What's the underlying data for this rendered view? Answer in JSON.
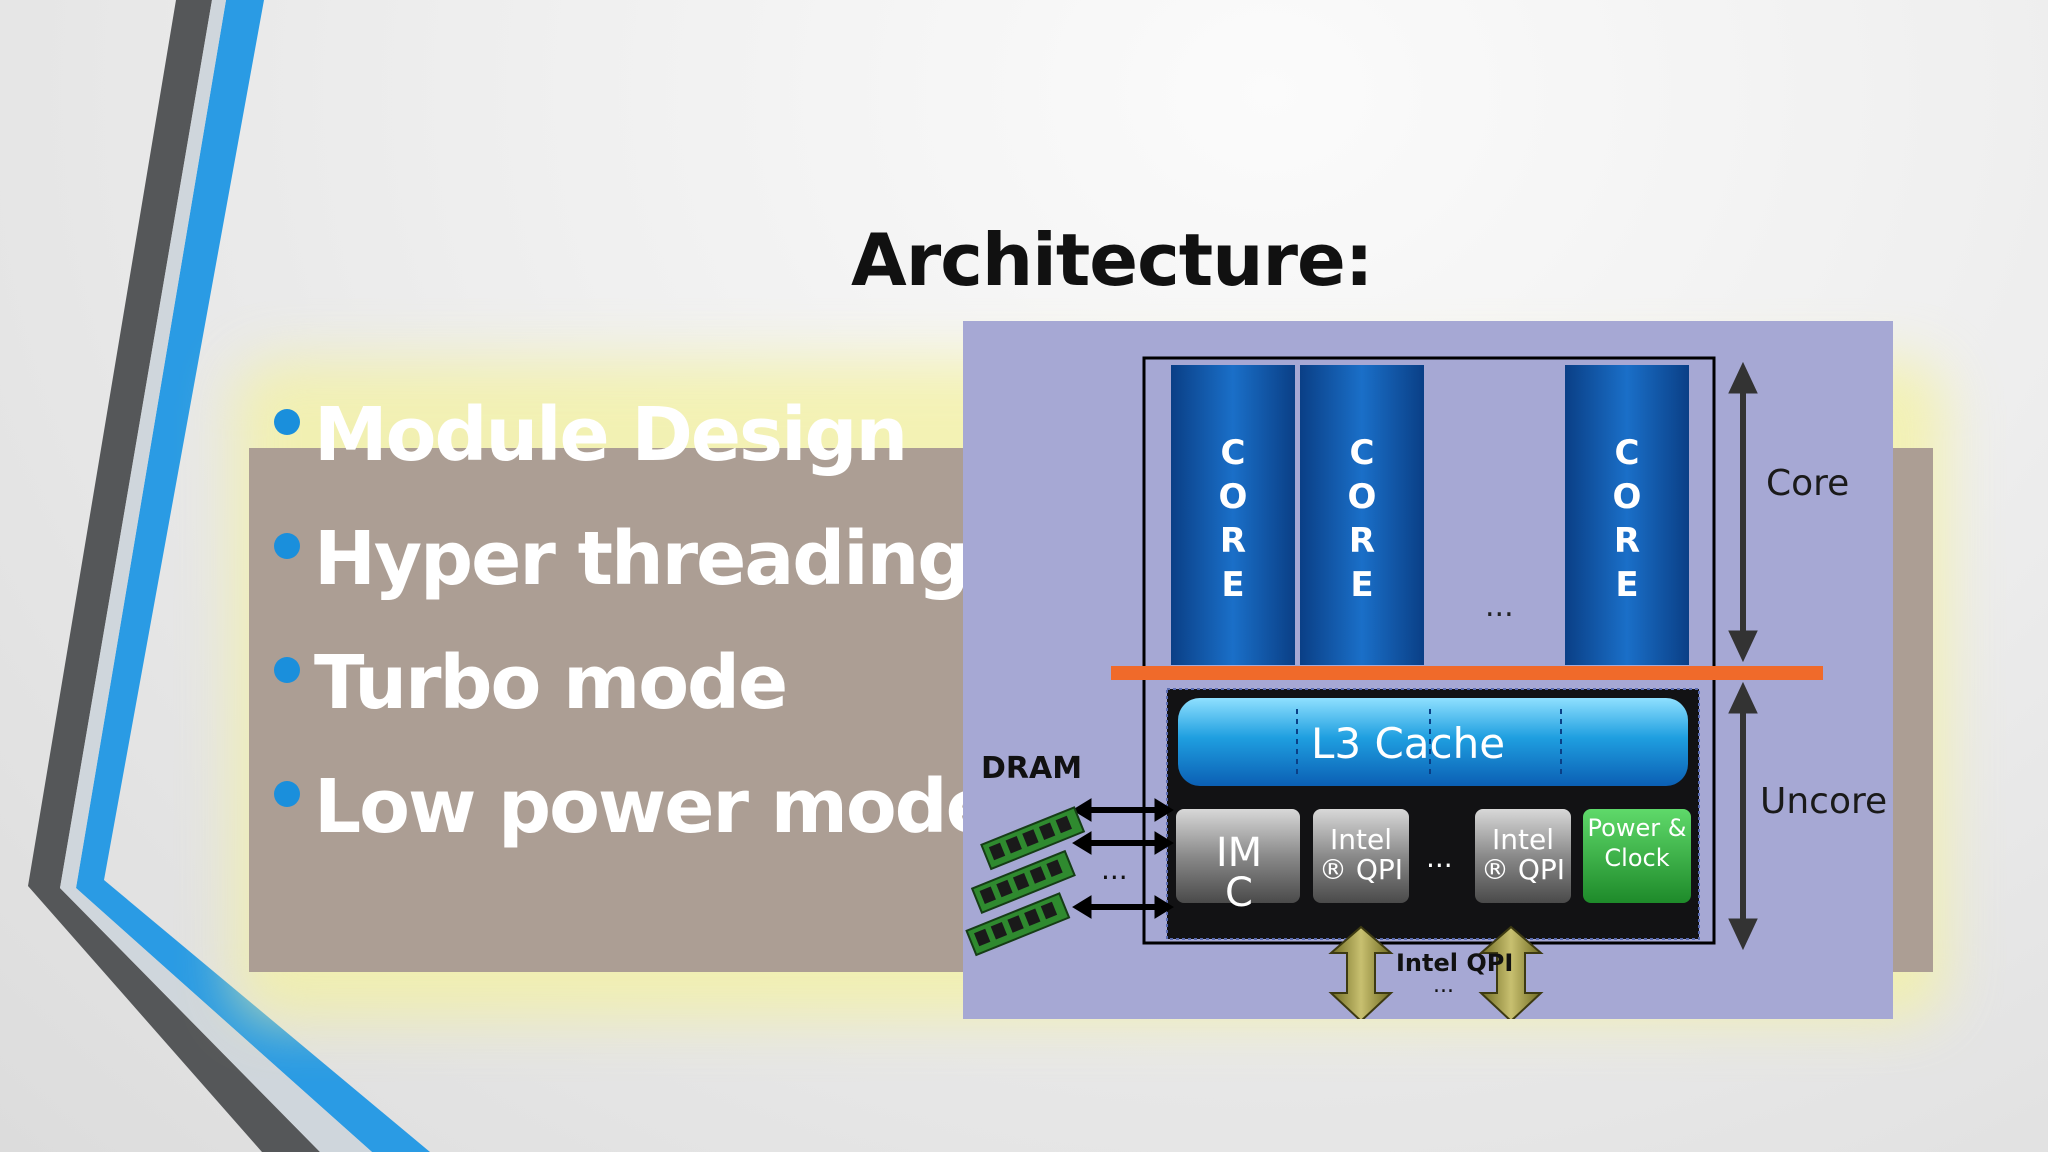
{
  "title": "Architecture:",
  "bullets": [
    {
      "text": "Module Design"
    },
    {
      "text": "Hyper threading"
    },
    {
      "text": "Turbo mode"
    },
    {
      "text": "Low power mode"
    }
  ],
  "diagram": {
    "core_label": "CORE",
    "core_dots": "...",
    "right_label_core": "Core",
    "right_label_uncore": "Uncore",
    "l3_label": "L3 Cache",
    "dram_label": "DRAM",
    "dram_dots": "...",
    "imc_label": "IM C",
    "qpi1_label": "Intel ® QPI",
    "qpi2_label": "Intel ® QPI",
    "qpi_dots": "...",
    "power_label": "Power & Clock",
    "intel_qpi_label": "Intel QPI",
    "intel_qpi_dots": "..."
  },
  "colors": {
    "accent_blue": "#1a8fdc",
    "core_blue": "#0b57a8",
    "diagram_bg": "#a6a8d4",
    "orange_divider": "#f06a2a",
    "power_green": "#2ea83a"
  }
}
